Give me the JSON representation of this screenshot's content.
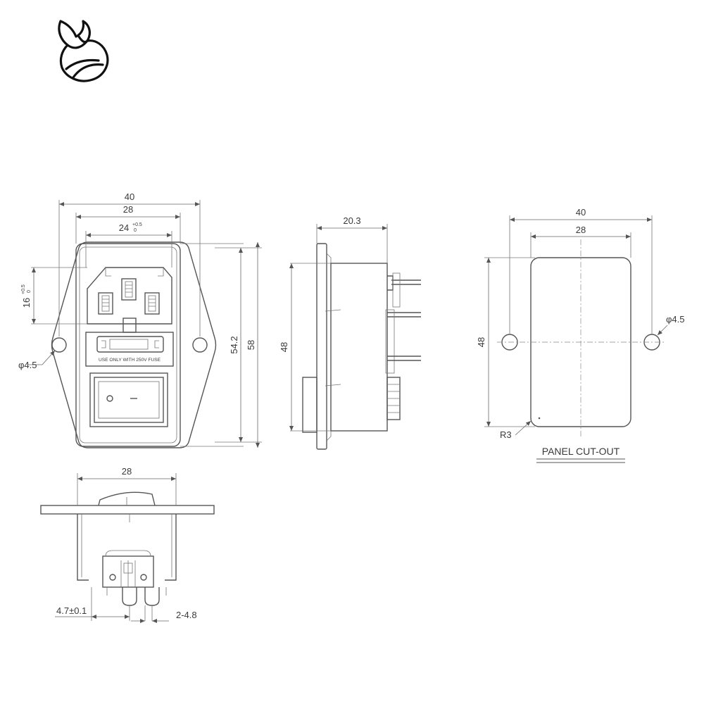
{
  "logo": {
    "name": "flame-leaf-logo"
  },
  "front_view": {
    "dim_width_outer": "40",
    "dim_width_inner": "28",
    "dim_switch_width": "24",
    "dim_switch_tol_upper": "+0.5",
    "dim_switch_tol_lower": "0",
    "dim_inlet_height": "16",
    "dim_inlet_tol_upper": "+0.5",
    "dim_inlet_tol_lower": "0",
    "dim_hole": "φ4.5",
    "dim_height_inner": "54.2",
    "dim_height_outer": "58",
    "fuse_label": "USE ONLY WITH 250V FUSE"
  },
  "side_view": {
    "dim_depth": "20.3",
    "dim_height": "48"
  },
  "panel_cutout": {
    "dim_width_outer": "40",
    "dim_width_inner": "28",
    "dim_height": "48",
    "dim_hole": "φ4.5",
    "dim_radius": "R3",
    "title": "PANEL CUT-OUT"
  },
  "bottom_view": {
    "dim_width": "28",
    "dim_pin_offset": "4.7±0.1",
    "dim_pin_width": "2-4.8"
  }
}
